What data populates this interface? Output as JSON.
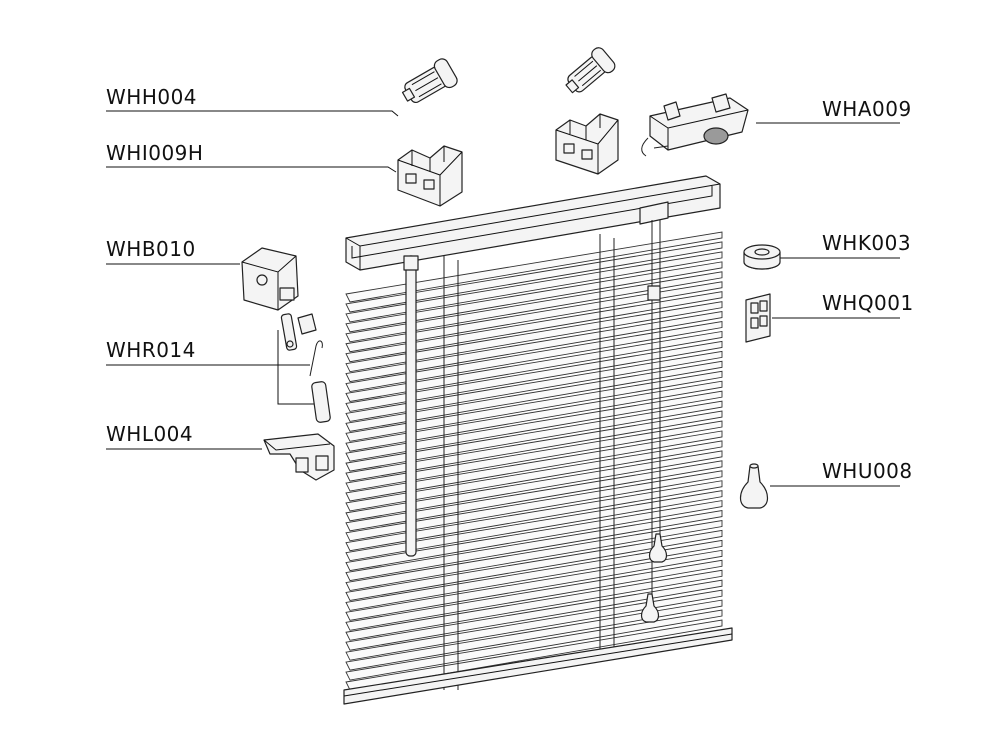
{
  "labels": {
    "whh004": "WHH004",
    "whi009h": "WHI009H",
    "whb010": "WHB010",
    "whr014": "WHR014",
    "whl004": "WHL004",
    "wha009": "WHA009",
    "whk003": "WHK003",
    "whq001": "WHQ001",
    "whu008": "WHU008"
  },
  "blind": {
    "slat_count": 40
  }
}
